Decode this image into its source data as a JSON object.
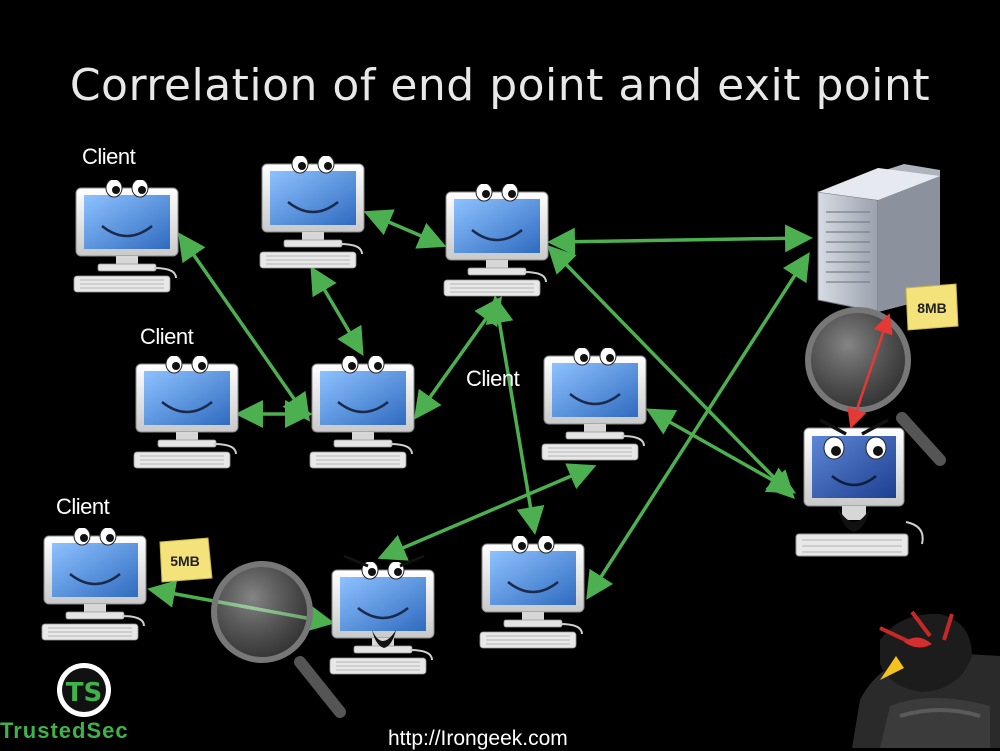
{
  "title": "Correlation of end point and exit point",
  "labels": {
    "client_1": "Client",
    "client_2": "Client",
    "client_3": "Client",
    "client_4": "Client"
  },
  "notes": {
    "note_5mb": "5MB",
    "note_8mb": "8MB"
  },
  "logo": {
    "initials": "TS",
    "brand": "TrustedSec"
  },
  "url": "http://Irongeek.com",
  "colors": {
    "background": "#000000",
    "arrow": "#4caf50",
    "correlation_arrow": "#e53935",
    "note": "#f4e27a",
    "screen": "#3f7fc8"
  }
}
